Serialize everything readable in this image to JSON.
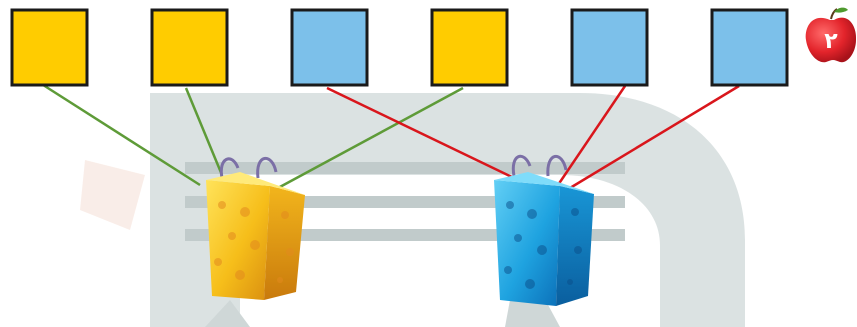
{
  "exercise": {
    "number_badge": "٢"
  },
  "colors": {
    "yellow_box": "#FFCC00",
    "blue_box": "#7CC0EA",
    "box_border": "#1a1a1a",
    "green_line": "#5E9B38",
    "red_line": "#D9161C",
    "apple_red": "#E3242B",
    "watermark_gray": "#9FAEAE"
  },
  "boxes": [
    {
      "color": "yellow",
      "connects_to": "yellow-bag"
    },
    {
      "color": "yellow",
      "connects_to": "yellow-bag"
    },
    {
      "color": "blue",
      "connects_to": "blue-bag"
    },
    {
      "color": "yellow",
      "connects_to": "yellow-bag"
    },
    {
      "color": "blue",
      "connects_to": "blue-bag"
    },
    {
      "color": "blue",
      "connects_to": "blue-bag"
    }
  ],
  "bags": [
    {
      "name": "yellow-bag",
      "color": "yellow"
    },
    {
      "name": "blue-bag",
      "color": "blue"
    }
  ]
}
